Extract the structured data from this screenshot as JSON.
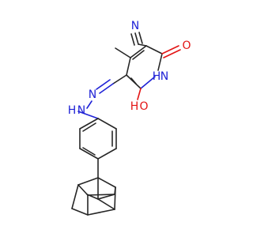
{
  "molecule": {
    "atom_labels": {
      "nitrile_n": "N",
      "ketone_o": "O",
      "ring_nh": "N",
      "ring_h": "H",
      "hydroxyl_o": "O",
      "hydroxyl_h": "H",
      "imine_n": "N",
      "hydrazine_n": "N",
      "hydrazine_h": "H"
    },
    "colors": {
      "carbon": "#262626",
      "nitrogen": "#1f22d6",
      "oxygen": "#e31414"
    }
  }
}
